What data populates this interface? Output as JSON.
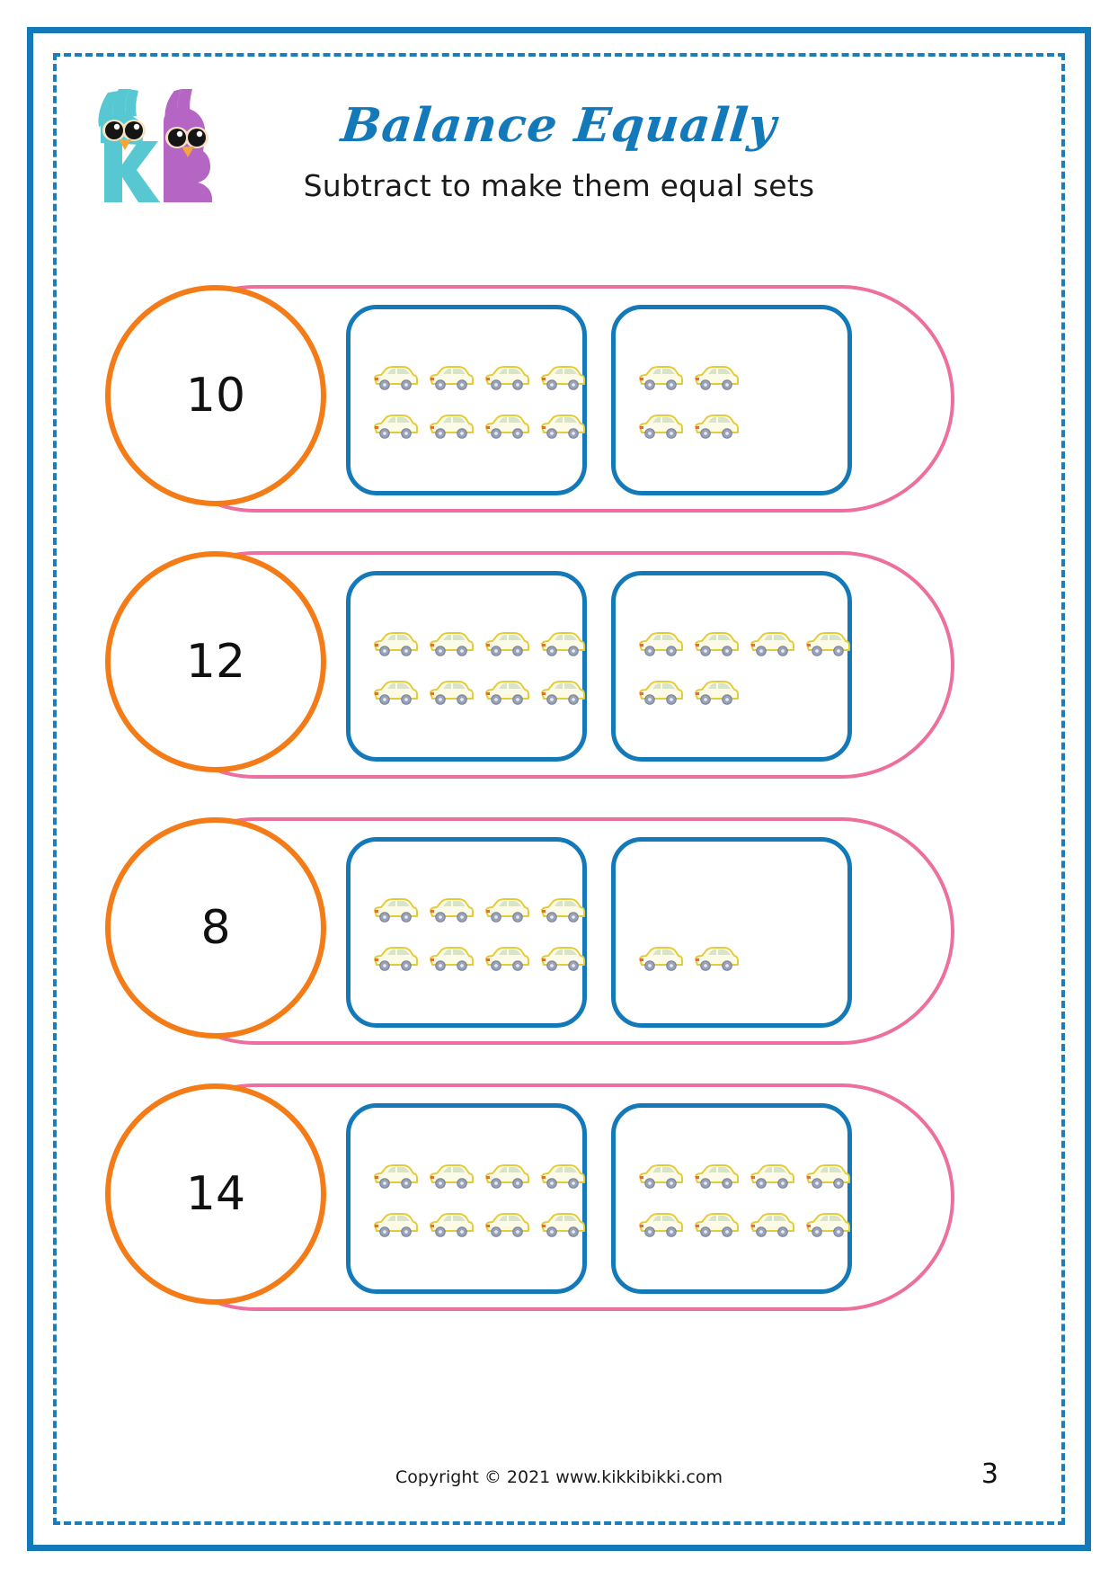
{
  "header": {
    "title": "Balance Equally",
    "subtitle": "Subtract to make them equal sets",
    "logo_alt": "kikkibikki-logo"
  },
  "colors": {
    "border_blue": "#1479b8",
    "dash_blue": "#1b7ebb",
    "capsule_pink": "#ec6f9e",
    "circle_orange": "#f47c18",
    "box_blue": "#1479b8",
    "title_blue": "#1479b8",
    "text_black": "#111111",
    "car_body": "#fcfbe8",
    "car_outline": "#e3cb3a",
    "car_window": "#d8e4c8",
    "car_wheel": "#9aa3b8"
  },
  "problems": [
    {
      "number": "10",
      "left_box": {
        "rows": [
          4,
          4
        ],
        "total": 8
      },
      "right_box": {
        "rows": [
          2,
          2
        ],
        "total": 4
      }
    },
    {
      "number": "12",
      "left_box": {
        "rows": [
          4,
          4
        ],
        "total": 8
      },
      "right_box": {
        "rows": [
          4,
          2
        ],
        "total": 6
      }
    },
    {
      "number": "8",
      "left_box": {
        "rows": [
          4,
          4
        ],
        "total": 8
      },
      "right_box": {
        "rows": [
          0,
          2
        ],
        "total": 2
      }
    },
    {
      "number": "14",
      "left_box": {
        "rows": [
          4,
          4
        ],
        "total": 8
      },
      "right_box": {
        "rows": [
          4,
          4
        ],
        "total": 8
      }
    }
  ],
  "footer": {
    "copyright": "Copyright © 2021 www.kikkibikki.com",
    "page_number": "3"
  }
}
